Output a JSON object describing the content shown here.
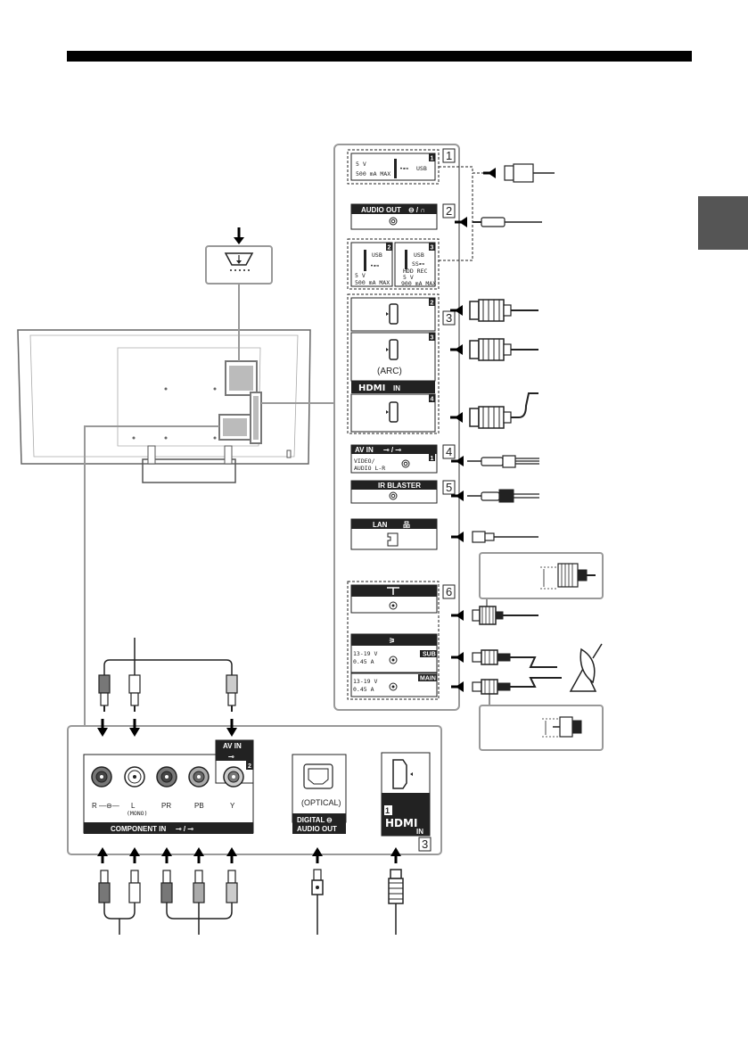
{
  "usb1": {
    "number": "1",
    "voltage": "5 V",
    "current": "500 mA MAX",
    "label": "USB"
  },
  "audio_out": {
    "label": "AUDIO OUT",
    "number": "2"
  },
  "usb2": {
    "number": "2",
    "label": "USB",
    "voltage": "5 V",
    "current": "500 mA MAX"
  },
  "usb3": {
    "number": "3",
    "label": "USB",
    "rec": "HDD REC",
    "voltage": "5 V",
    "current": "900 mA MAX"
  },
  "hdmi_group": {
    "number": "3",
    "port2": "2",
    "port3": "3",
    "arc": "(ARC)",
    "logo": "HDMI",
    "in": "IN",
    "port4": "4"
  },
  "av_in_side": {
    "label": "AV IN",
    "port": "1",
    "sub": "VIDEO/\nAUDIO L-R",
    "sub1": "VIDEO/",
    "sub2": "AUDIO L-R",
    "number": "4"
  },
  "ir_blaster": {
    "label": "IR BLASTER",
    "number": "5"
  },
  "lan": {
    "label": "LAN"
  },
  "antenna_group": {
    "number": "6",
    "sat_voltage": "13-19 V",
    "sat_current": "0.45 A",
    "sub": "SUB",
    "main": "MAIN"
  },
  "bottom_panel": {
    "r_label": "R",
    "l_label": "L",
    "mono": "(MONO)",
    "pr": "PR",
    "pb": "PB",
    "y": "Y",
    "av_in": "AV IN",
    "av_num": "2",
    "component_in": "COMPONENT IN",
    "optical": "(OPTICAL)",
    "digital": "DIGITAL",
    "audio_out": "AUDIO OUT",
    "hdmi_num": "1",
    "hdmi_logo": "HDMI",
    "hdmi_in": "IN",
    "group_num": "3"
  },
  "colors": {
    "frame": "#999999",
    "dark": "#222222",
    "panel_bg": "#ffffff"
  }
}
